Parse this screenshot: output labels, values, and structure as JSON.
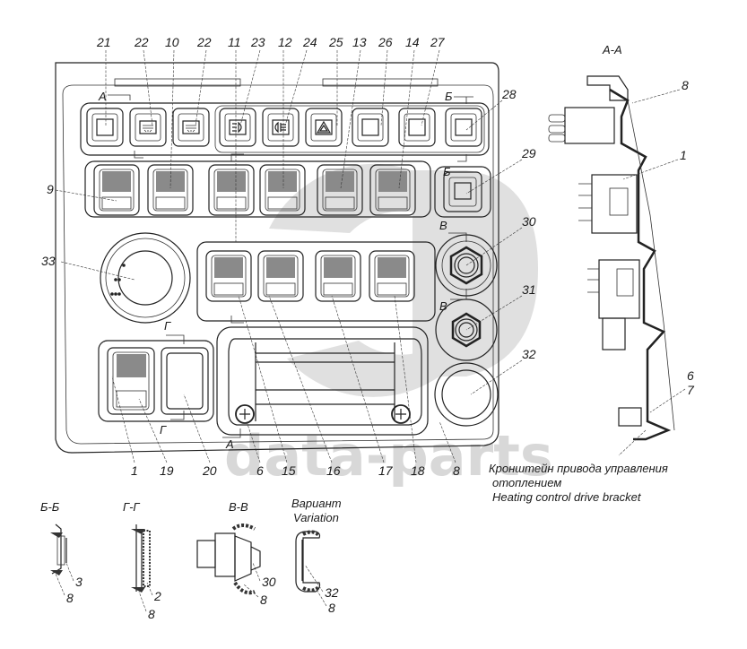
{
  "watermark": {
    "text": "data-parts",
    "color": "#d4d4d4"
  },
  "main_view": {
    "top_callouts": [
      "21",
      "22",
      "10",
      "22",
      "11",
      "23",
      "12",
      "24",
      "25",
      "13",
      "26",
      "14",
      "27"
    ],
    "right_callouts": [
      "28",
      "29",
      "30",
      "31",
      "32"
    ],
    "left_callouts": [
      "9",
      "33"
    ],
    "bottom_callouts": [
      "1",
      "19",
      "20",
      "6",
      "15",
      "16",
      "17",
      "18",
      "8"
    ],
    "section_marks": {
      "a": "А",
      "b": "Б",
      "v": "В",
      "g": "Г"
    },
    "top_row_buttons": [
      {
        "icon": "blank-square-icon"
      },
      {
        "icon": "headlight-icon",
        "glyph": "≂"
      },
      {
        "icon": "headlight-icon",
        "glyph": "≂"
      },
      {
        "icon": "rear-fog-light-icon",
        "glyph": "≢D"
      },
      {
        "icon": "front-fog-light-icon",
        "glyph": "0≢"
      },
      {
        "icon": "hazard-warning-icon",
        "glyph": "△"
      },
      {
        "icon": "blank-square-icon"
      },
      {
        "icon": "blank-square-icon"
      },
      {
        "icon": "blank-square-icon"
      }
    ],
    "rocker_rows": [
      6,
      4
    ],
    "colors": {
      "line": "#222222",
      "rocker_shade": "#8a8a8a"
    }
  },
  "section_aa": {
    "title": "А-А",
    "callouts": [
      "8",
      "1",
      "6",
      "7"
    ],
    "caption_ru_1": "Кронштейн привода управления",
    "caption_ru_2": "отоплением",
    "caption_en": "Heating control drive bracket"
  },
  "section_bb": {
    "title": "Б-Б",
    "callouts": [
      "3",
      "8"
    ]
  },
  "section_gg": {
    "title": "Г-Г",
    "callouts": [
      "2",
      "8"
    ]
  },
  "section_vv": {
    "title": "В-В",
    "callouts": [
      "30",
      "8"
    ]
  },
  "variation": {
    "title_ru": "Вариант",
    "title_en": "Variation",
    "callouts": [
      "32",
      "8"
    ]
  }
}
